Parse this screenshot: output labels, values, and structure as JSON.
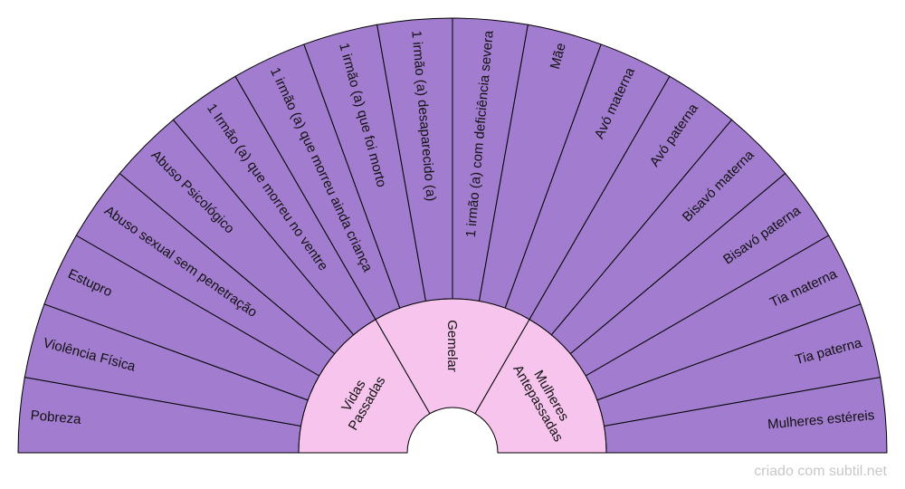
{
  "colors": {
    "outer_fill": "#a27ccf",
    "inner_fill": "#f7c4ee",
    "stroke": "#000000",
    "text": "#111111",
    "credit": "#c8c8c8"
  },
  "outer_segments": [
    "Pobreza",
    "Violência Física",
    "Estupro",
    "Abuso sexual sem penetração",
    "Abuso Psicológico",
    "1 Irmão (a) que morreu no ventre",
    "1 irmão (a) que morreu ainda criança",
    "1 irmão (a) que foi morto",
    "1 irmão (a) desaparecido (a)",
    "1 irmão (a) com deficiência severa",
    "Mãe",
    "Avó materna",
    "Avó paterna",
    "Bisavó materna",
    "Bisavó paterna",
    "Tia materna",
    "Tia paterna",
    "Mulheres estéreis"
  ],
  "inner_segments": [
    [
      "Vidas",
      "Passadas"
    ],
    [
      "Gemelar"
    ],
    [
      "Mulheres",
      "Antepassadas"
    ]
  ],
  "credit": "criado com subtil.net"
}
